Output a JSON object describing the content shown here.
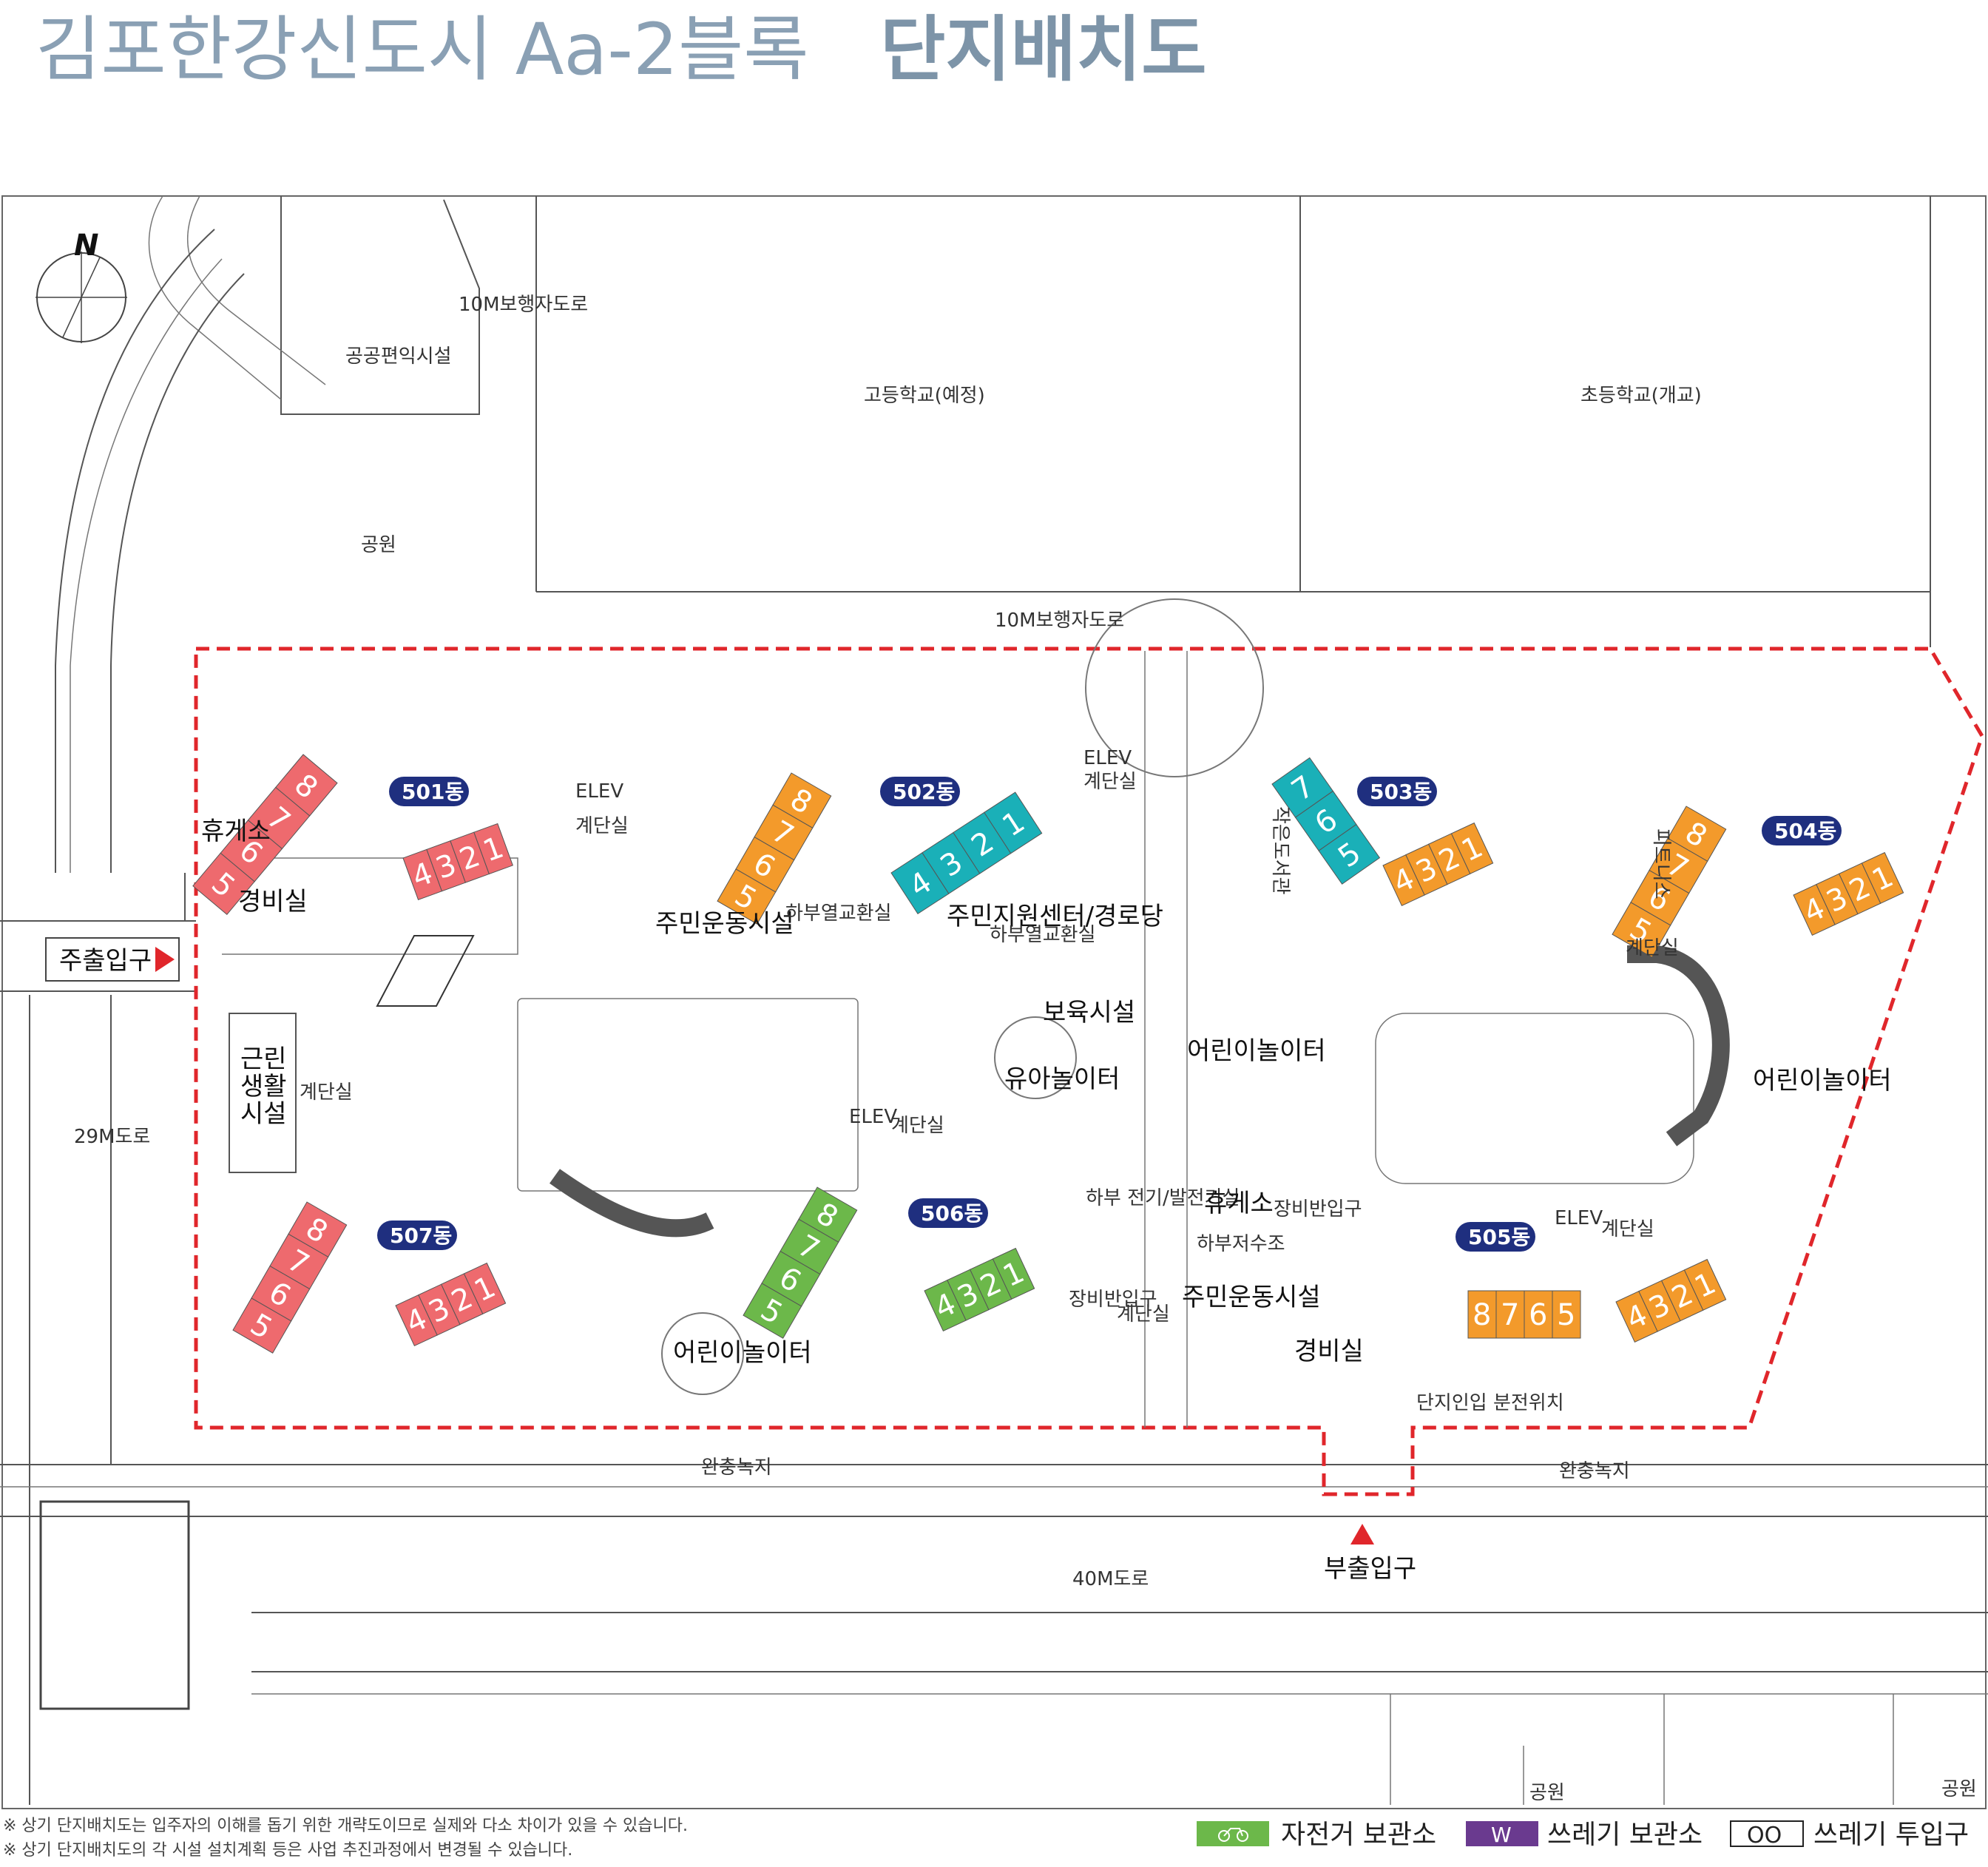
{
  "title": {
    "normal": "김포한강신도시 Aa-2블록",
    "bold": "단지배치도"
  },
  "colors": {
    "title": "#8aa0b4",
    "red_units": "#ee6a6e",
    "orange_units": "#f39a2b",
    "green_units": "#6cb84a",
    "teal_units": "#1ab0b8",
    "badge": "#1f2f7f",
    "boundary": "#e0262b",
    "bike_legend": "#6cb84a",
    "waste_legend": "#6a3a8f"
  },
  "areas": {
    "ped_road_top": "10M보행자도로",
    "ped_road_mid": "10M보행자도로",
    "public_facility": "공공편익시설",
    "high_school": "고등학교(예정)",
    "elementary": "초등학교(개교)",
    "park_top": "공원",
    "road_29": "29M도로",
    "road_40": "40M도로",
    "buffer_left": "완충녹지",
    "buffer_right": "완충녹지",
    "park_bottom_1": "공원",
    "park_bottom_2": "공원"
  },
  "entrances": {
    "main": "주출입구",
    "sub": "부출입구"
  },
  "compass": "N",
  "buildings": {
    "b501": {
      "label": "501동",
      "units_a": [
        "8",
        "7",
        "6",
        "5"
      ],
      "units_b": [
        "4",
        "3",
        "2",
        "1"
      ]
    },
    "b502": {
      "label": "502동",
      "units_a": [
        "8",
        "7",
        "6",
        "5"
      ],
      "units_b": [
        "4",
        "3",
        "2",
        "1"
      ]
    },
    "b503": {
      "label": "503동",
      "units_a": [
        "7",
        "6",
        "5"
      ],
      "units_b": [
        "4",
        "3",
        "2",
        "1"
      ]
    },
    "b504": {
      "label": "504동",
      "units_a": [
        "8",
        "7",
        "6",
        "5"
      ],
      "units_b": [
        "4",
        "3",
        "2",
        "1"
      ]
    },
    "b505": {
      "label": "505동",
      "units_a": [
        "8",
        "7",
        "6",
        "5"
      ],
      "units_b": [
        "4",
        "3",
        "2",
        "1"
      ]
    },
    "b506": {
      "label": "506동",
      "units_a": [
        "8",
        "7",
        "6",
        "5"
      ],
      "units_b": [
        "4",
        "3",
        "2",
        "1"
      ]
    },
    "b507": {
      "label": "507동",
      "units_a": [
        "8",
        "7",
        "6",
        "5"
      ],
      "units_b": [
        "4",
        "3",
        "2",
        "1"
      ]
    }
  },
  "facilities": {
    "rest_area_1": "휴게소",
    "guard_1": "경비실",
    "elev_1": "ELEV",
    "stair_1": "계단실",
    "elev_2": "ELEV",
    "stair_2": "계단실",
    "community": "주민운동시설",
    "heat_1": "하부열교환실",
    "support_center": "주민지원센터/경로당",
    "heat_2": "하부열교환실",
    "nursery": "보육시설",
    "toddler_play": "유아놀이터",
    "kids_play_1": "어린이놀이터",
    "library": "작은도서관",
    "fitness": "피트니스",
    "stair_3": "계단실",
    "kids_play_2": "어린이놀이터",
    "retail_1": "근린",
    "retail_2": "생활",
    "retail_3": "시설",
    "stair_4": "계단실",
    "elev_3": "ELEV",
    "stair_5": "계단실",
    "electric": "하부 전기/발전기실",
    "rest_area_2": "휴게소",
    "equip_1": "장비반입구",
    "water_tank": "하부저수조",
    "community_2": "주민운동시설",
    "equip_2": "장비반입구",
    "stair_6": "계단실",
    "guard_2": "경비실",
    "kids_play_3": "어린이놀이터",
    "elev_4": "ELEV",
    "stair_7": "계단실",
    "substation": "단지인입 분전위치"
  },
  "legend": {
    "bike_icon": "bicycle-icon",
    "bike": "자전거 보관소",
    "waste_mark": "W",
    "waste": "쓰레기 보관소",
    "chute_mark": "OO",
    "chute": "쓰레기 투입구"
  },
  "notes": [
    "※ 상기 단지배치도는 입주자의 이해를 돕기 위한 개략도이므로 실제와 다소 차이가 있을 수 있습니다.",
    "※ 상기 단지배치도의 각 시설 설치계획 등은 사업 추진과정에서 변경될 수 있습니다."
  ]
}
